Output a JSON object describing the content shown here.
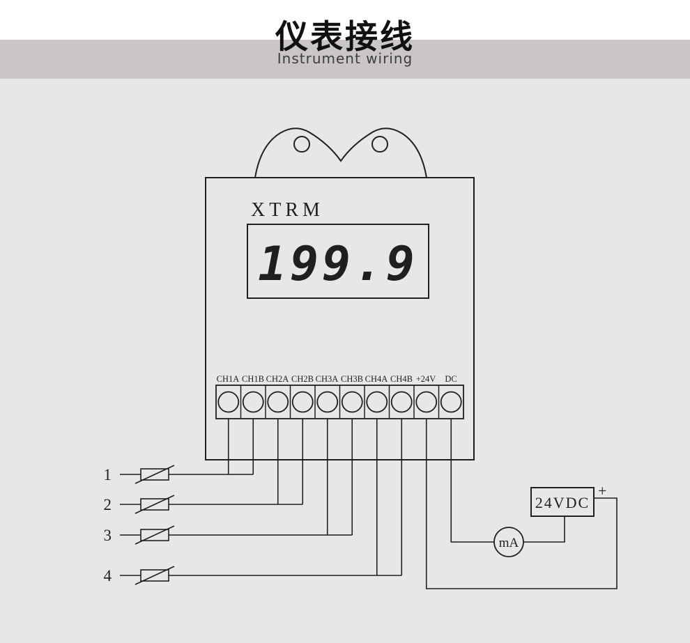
{
  "header": {
    "title": "仪表接线",
    "subtitle": "Instrument wiring"
  },
  "instrument": {
    "model": "XTRM",
    "display_value": "199.9"
  },
  "terminals": {
    "labels": [
      "CH1A",
      "CH1B",
      "CH2A",
      "CH2B",
      "CH3A",
      "CH3B",
      "CH4A",
      "CH4B",
      "+24V",
      "DC"
    ]
  },
  "sensors": {
    "labels": [
      "1",
      "2",
      "3",
      "4"
    ]
  },
  "power_supply": {
    "label": "24VDC",
    "polarity": "+"
  },
  "meter": {
    "label": "mA"
  },
  "colors": {
    "line": "#1f1f1f",
    "page_bg": "#ffffff",
    "band_bg": "#c9c6c5",
    "diagram_bg": "#e9e7e5"
  }
}
